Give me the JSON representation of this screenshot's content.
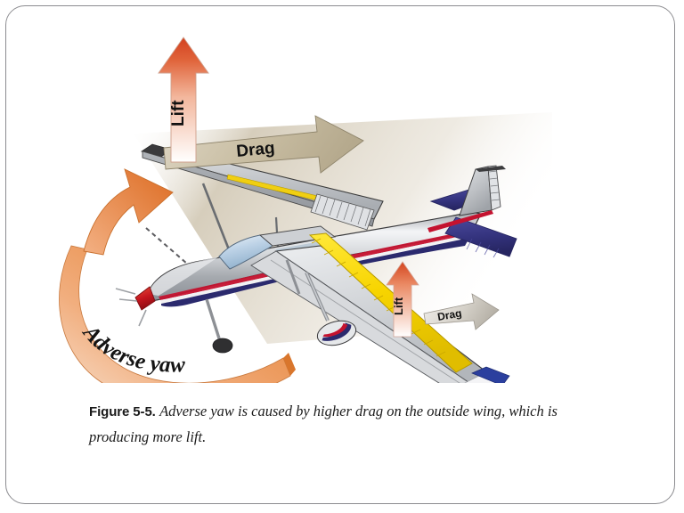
{
  "slide": {
    "background_color": "#ffffff",
    "frame_border_color": "#8c8c90"
  },
  "figure": {
    "title": "Adverse yaw diagram",
    "subject": "single-engine high-wing airplane in a banked turn",
    "background_band_color": "#cfc5b0",
    "annotations": [
      {
        "id": "lift-left",
        "label": "Lift",
        "arrow_direction": "up",
        "arrow_size": "large",
        "color_head": "#d94a2a",
        "color_tail": "#ffffff",
        "describes": "outside (left) wing lift vector"
      },
      {
        "id": "drag-left",
        "label": "Drag",
        "arrow_direction": "right",
        "arrow_size": "large",
        "color_head": "#bfb398",
        "color_tail": "#d8cfbc",
        "describes": "outside (left) wing drag vector, higher drag"
      },
      {
        "id": "lift-right",
        "label": "Lift",
        "arrow_direction": "up",
        "arrow_size": "small",
        "color_head": "#d9542f",
        "color_tail": "#ffffff",
        "describes": "inside (right) wing lift vector"
      },
      {
        "id": "drag-right",
        "label": "Drag",
        "arrow_direction": "right",
        "arrow_size": "small",
        "color_head": "#b9b2a6",
        "color_tail": "#e8e4dc",
        "describes": "inside (right) wing drag vector, lower drag"
      },
      {
        "id": "adverse-yaw",
        "label": "Adverse yaw",
        "arrow_direction": "curved-ribbon-counterclockwise",
        "arrow_size": "large",
        "color_head": "#e8833f",
        "color_tail": "#f7d9c2",
        "describes": "yaw rotation of the nose opposite the turn"
      }
    ],
    "aircraft": {
      "fuselage_color": "#b9bcc0",
      "fuselage_highlight": "#f2f3f5",
      "stripe_red": "#c4122f",
      "stripe_blue": "#2b2a6e",
      "tail_surface_color": "#3b3a8c",
      "windshield_color": "#c3d6e8",
      "spinner_color": "#cc2222",
      "wing_color": "#b4b7bb",
      "wing_upper_color": "#d3d6d9",
      "aileron_deflected_color": "#f5d90a",
      "wingtip_red": "#c4122f",
      "wingtip_blue": "#2b3f9e",
      "outline_color": "#2a2a2a"
    }
  },
  "caption": {
    "figure_label": "Figure 5-5.",
    "text": "Adverse yaw is caused by higher drag on the outside wing, which is producing more lift."
  }
}
